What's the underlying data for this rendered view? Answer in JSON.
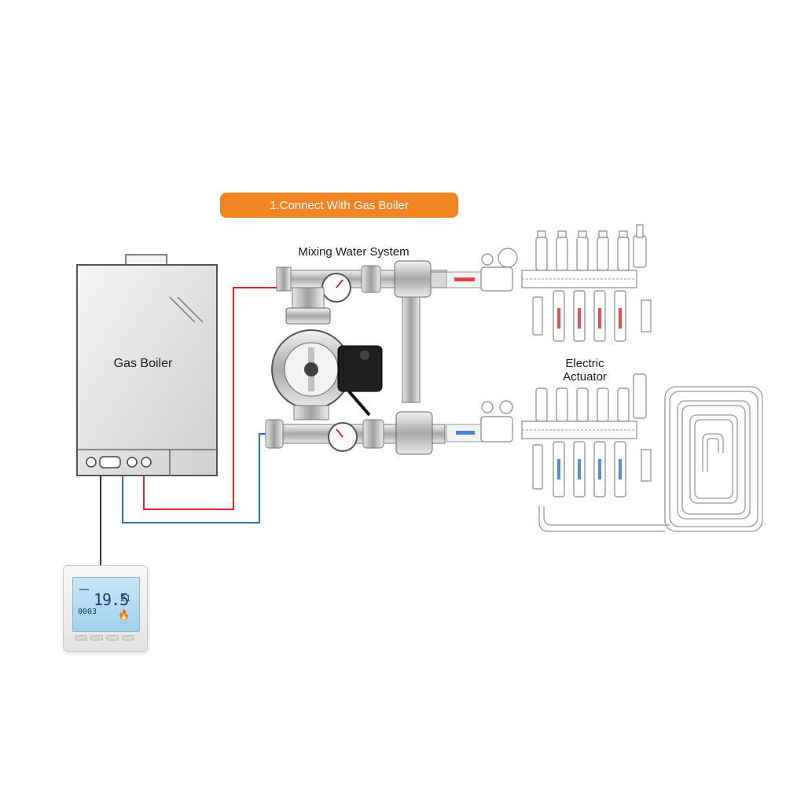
{
  "banner": {
    "title": "1.Connect With Gas Boiler"
  },
  "labels": {
    "mixing": "Mixing Water System",
    "boiler": "Gas Boiler",
    "actuator": "Electric\nActuator"
  },
  "thermostat": {
    "temp": "19.5",
    "setpoint": "21",
    "clock": "0003",
    "flame_icon": "flame-icon"
  },
  "colors": {
    "banner": "#f18421",
    "hot_pipe": "#e0262a",
    "cold_pipe": "#2a6fd6",
    "wire": "#333333"
  }
}
